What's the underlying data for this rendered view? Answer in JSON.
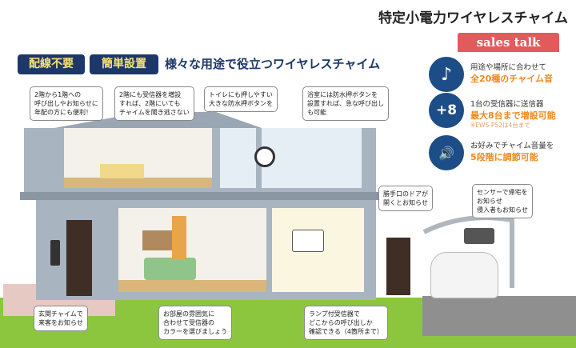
{
  "title": "特定小電力ワイヤレスチャイム",
  "sales_talk": "sales talk",
  "tags": [
    "配線不要",
    "簡単設置"
  ],
  "heading": "様々な用途で役立つワイヤレスチャイム",
  "features": [
    {
      "icon": "music-note-icon",
      "glyph": "♪",
      "line1": "用途や場所に合わせて",
      "line2": "全20種のチャイム音"
    },
    {
      "icon": "plus-eight-icon",
      "glyph": "+8",
      "line1": "1台の受信器に送信器",
      "line2": "最大8台まで増設可能",
      "note": "※EWS-P52は4台まで"
    },
    {
      "icon": "speaker-volume-icon",
      "glyph": "🔊",
      "line1": "お好みでチャイム音量を",
      "line2": "5段階に調節可能"
    }
  ],
  "callouts": {
    "stairs": [
      "2階から1階への",
      "呼び出しやお知らせに",
      "年配の方にも便利！"
    ],
    "second_floor": [
      "2階にも受信器を増設",
      "すれば、2階にいても",
      "チャイムを聞き逃さない"
    ],
    "toilet": [
      "トイレにも押しやすい",
      "大きな防水押ボタンを"
    ],
    "bath": [
      "浴室には防水押ボタンを",
      "設置すれば、急な呼び出し",
      "も可能"
    ],
    "back_door": [
      "勝手口のドアが",
      "開くとお知らせ"
    ],
    "sensor": [
      "センサーで帰宅を",
      "お知らせ",
      "侵入者もお知らせ"
    ],
    "entrance": [
      "玄関チャイムで",
      "来客をお知らせ"
    ],
    "living": [
      "お部屋の雰囲気に",
      "合わせて受信器の",
      "カラーを選びましょう"
    ],
    "lamp": [
      "ランプ付受信器で",
      "どこからの呼び出しか",
      "確認できる（4箇所まで）"
    ]
  },
  "colors": {
    "navy": "#1d3768",
    "accent": "#ef8a1d",
    "sales": "#e25a5c",
    "grass": "#8cc63f"
  }
}
